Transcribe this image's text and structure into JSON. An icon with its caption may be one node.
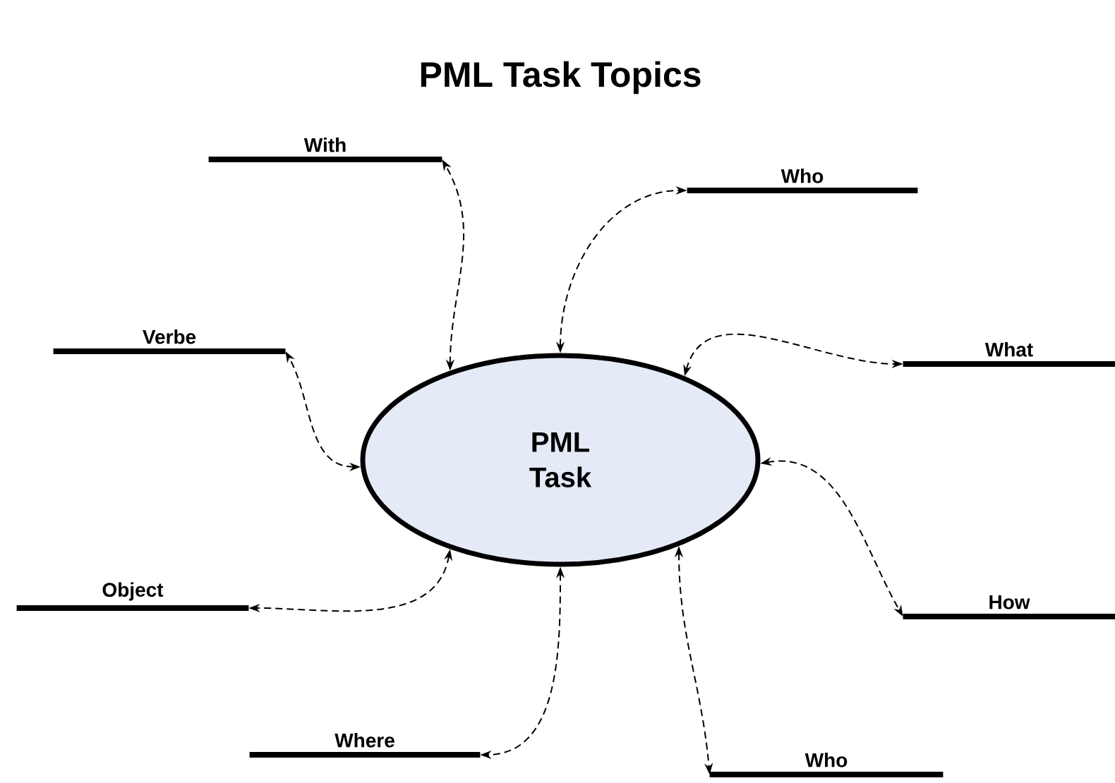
{
  "diagram": {
    "title": "PML Task Topics",
    "nodes": [
      {
        "text": [
          "PML Task"
        ]
      },
      {
        "text": [
          "With"
        ]
      },
      {
        "text": [
          "Who"
        ]
      },
      {
        "text": [
          "Verbe"
        ]
      },
      {
        "text": [
          "What"
        ]
      },
      {
        "text": [
          "Object"
        ]
      },
      {
        "text": [
          "How"
        ]
      },
      {
        "text": [
          "Where"
        ]
      },
      {
        "text": [
          "Who"
        ]
      }
    ],
    "edges": [
      {
        "from": 0,
        "to": 1,
        "arrow": "both",
        "style": "dashed"
      },
      {
        "from": 0,
        "to": 2,
        "arrow": "both",
        "style": "dashed"
      },
      {
        "from": 0,
        "to": 3,
        "arrow": "both",
        "style": "dashed"
      },
      {
        "from": 0,
        "to": 4,
        "arrow": "both",
        "style": "dashed"
      },
      {
        "from": 0,
        "to": 5,
        "arrow": "both",
        "style": "dashed"
      },
      {
        "from": 0,
        "to": 6,
        "arrow": "both",
        "style": "dashed"
      },
      {
        "from": 0,
        "to": 7,
        "arrow": "both",
        "style": "dashed"
      },
      {
        "from": 0,
        "to": 8,
        "arrow": "both",
        "style": "dashed"
      }
    ]
  }
}
